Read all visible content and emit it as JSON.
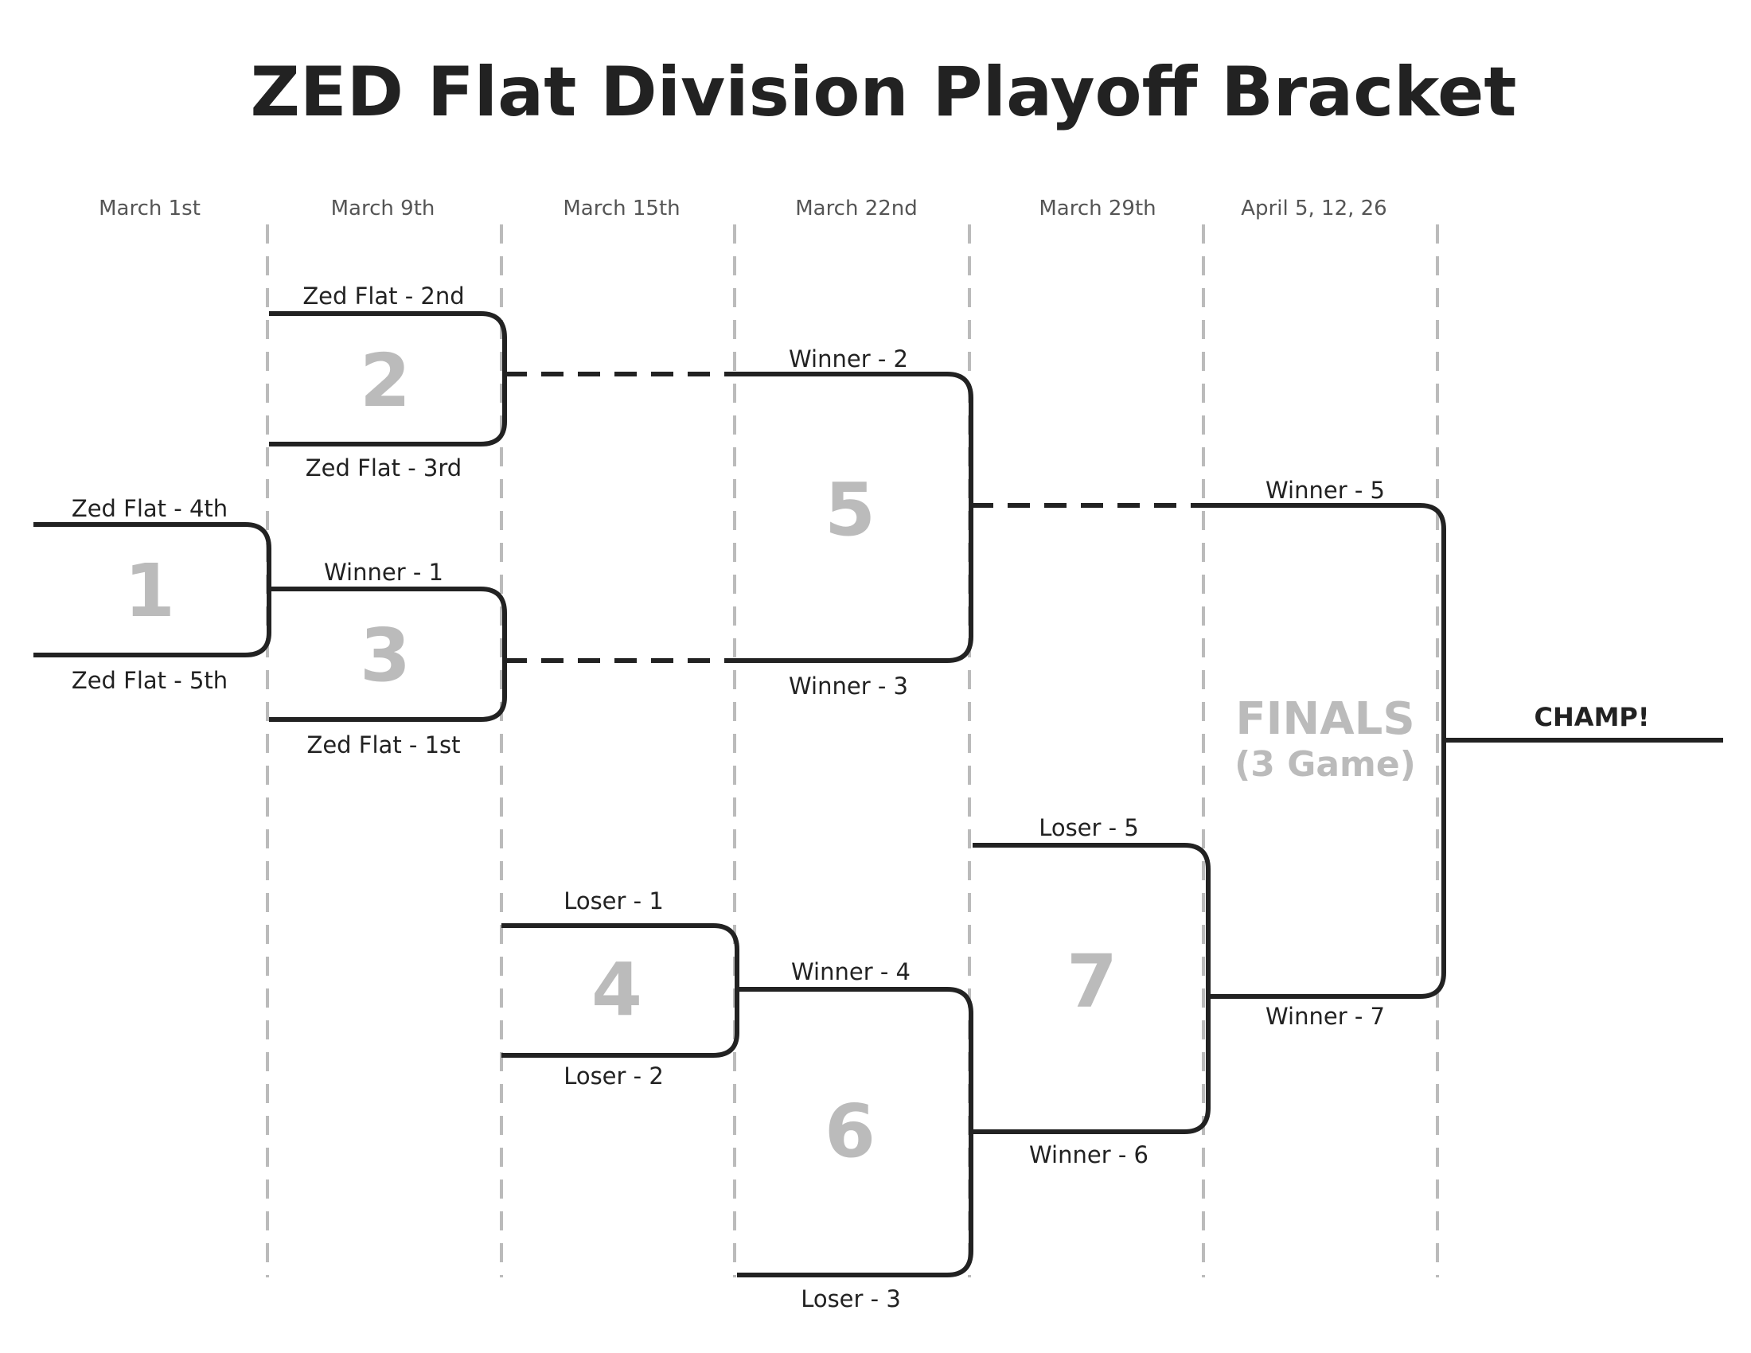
{
  "title": "ZED Flat Division Playoff Bracket",
  "dates": [
    "March 1st",
    "March 9th",
    "March 15th",
    "March 22nd",
    "March 29th",
    "April 5, 12, 26"
  ],
  "games": {
    "g1": {
      "number": "1",
      "top": "Zed Flat - 4th",
      "bottom": "Zed Flat - 5th"
    },
    "g2": {
      "number": "2",
      "top": "Zed Flat - 2nd",
      "bottom": "Zed Flat - 3rd"
    },
    "g3": {
      "number": "3",
      "top": "Winner - 1",
      "bottom": "Zed Flat - 1st"
    },
    "g4": {
      "number": "4",
      "top": "Loser - 1",
      "bottom": "Loser - 2"
    },
    "g5": {
      "number": "5",
      "top": "Winner - 2",
      "bottom": "Winner - 3"
    },
    "g6": {
      "number": "6",
      "top": "Winner - 4",
      "bottom": "Loser - 3"
    },
    "g7": {
      "number": "7",
      "top": "Loser - 5",
      "bottom": "Winner - 6"
    }
  },
  "finals": {
    "label": "FINALS",
    "sublabel": "(3 Game)",
    "top": "Winner - 5",
    "bottom": "Winner - 7"
  },
  "champion": "CHAMP!"
}
